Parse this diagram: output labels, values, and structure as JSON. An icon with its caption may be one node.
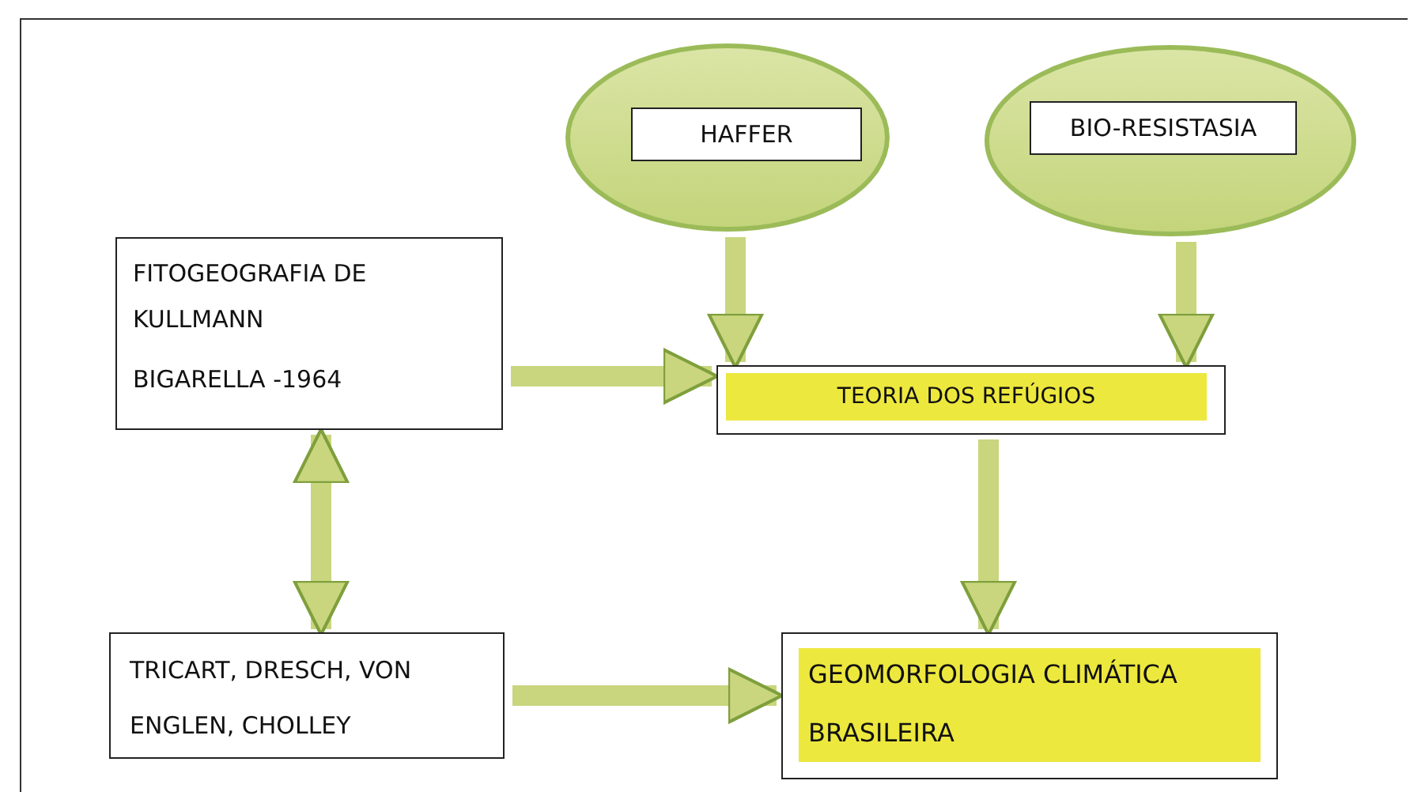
{
  "diagram": {
    "nodes": [
      {
        "text": [
          "HAFFER"
        ]
      },
      {
        "text": [
          "BIO-RESISTASIA"
        ]
      },
      {
        "text": [
          "FITOGEOGRAFIA DE KULLMANN",
          "BIGARELLA -1964"
        ]
      },
      {
        "text": [
          "TEORIA DOS REFÚGIOS"
        ]
      },
      {
        "text": [
          "TRICART, DRESCH, VON ENGLEN, CHOLLEY"
        ]
      },
      {
        "text": [
          "GEOMORFOLOGIA CLIMÁTICA BRASILEIRA"
        ]
      }
    ],
    "edges": [
      {
        "from": 0,
        "to": 3,
        "arrow": "to"
      },
      {
        "from": 1,
        "to": 3,
        "arrow": "to"
      },
      {
        "from": 2,
        "to": 3,
        "arrow": "to"
      },
      {
        "from": 2,
        "to": 4,
        "arrow": "both"
      },
      {
        "from": 3,
        "to": 5,
        "arrow": "to"
      },
      {
        "from": 4,
        "to": 5,
        "arrow": "to"
      }
    ]
  }
}
